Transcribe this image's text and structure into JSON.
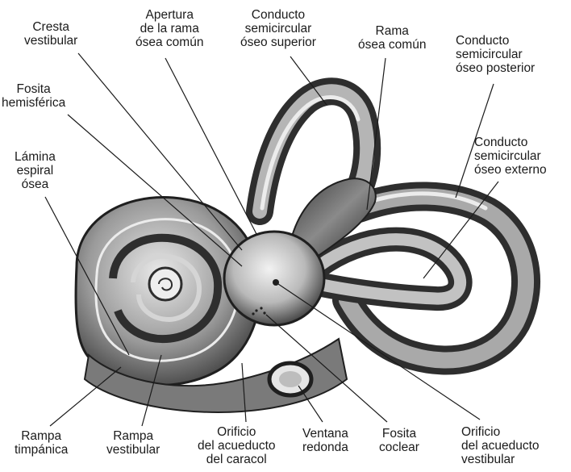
{
  "labels": {
    "cresta_vestibular": [
      "Cresta",
      "vestibular"
    ],
    "apertura_rama": [
      "Apertura",
      "de la rama",
      "ósea común"
    ],
    "conducto_superior": [
      "Conducto",
      "semicircular",
      "óseo superior"
    ],
    "rama_osea_comun": [
      "Rama",
      "ósea común"
    ],
    "conducto_posterior": [
      "Conducto",
      "semicircular",
      "óseo posterior"
    ],
    "fosita_hemisferica": [
      "Fosita",
      "hemisférica"
    ],
    "conducto_externo": [
      "Conducto",
      "semicircular",
      "óseo externo"
    ],
    "lamina_espiral": [
      "Lámina",
      "espiral",
      "ósea"
    ],
    "rampa_timpanica": [
      "Rampa",
      "timpánica"
    ],
    "rampa_vestibular": [
      "Rampa",
      "vestibular"
    ],
    "orificio_caracol": [
      "Orificio",
      "del acueducto",
      "del caracol"
    ],
    "ventana_redonda": [
      "Ventana",
      "redonda"
    ],
    "fosita_coclear": [
      "Fosita",
      "coclear"
    ],
    "orificio_vestibular": [
      "Orificio",
      "del acueducto",
      "vestibular"
    ]
  },
  "colors": {
    "ink": "#1b1b1b",
    "bone_dark": "#2e2e2e",
    "bone_mid": "#6b6b6b",
    "bone_light": "#c9c9c9",
    "bone_highlight": "#ececec"
  }
}
